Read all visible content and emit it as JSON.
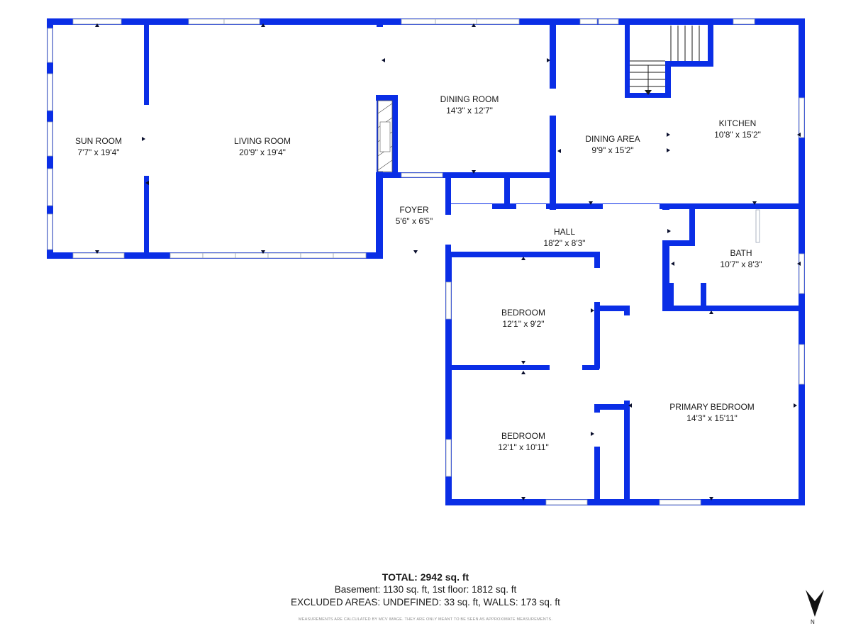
{
  "rooms": [
    {
      "name": "SUN ROOM",
      "dims": "7'7\" x 19'4\""
    },
    {
      "name": "LIVING ROOM",
      "dims": "20'9\" x 19'4\""
    },
    {
      "name": "DINING ROOM",
      "dims": "14'3\" x 12'7\""
    },
    {
      "name": "DINING AREA",
      "dims": "9'9\" x 15'2\""
    },
    {
      "name": "KITCHEN",
      "dims": "10'8\" x 15'2\""
    },
    {
      "name": "FOYER",
      "dims": "5'6\" x 6'5\""
    },
    {
      "name": "HALL",
      "dims": "18'2\" x 8'3\""
    },
    {
      "name": "BATH",
      "dims": "10'7\" x 8'3\""
    },
    {
      "name": "BEDROOM",
      "dims": "12'1\" x 9'2\""
    },
    {
      "name": "BEDROOM",
      "dims": "12'1\" x 10'11\""
    },
    {
      "name": "PRIMARY BEDROOM",
      "dims": "14'3\" x 15'11\""
    }
  ],
  "totals": {
    "total_label": "TOTAL:",
    "total_value": "2942 sq. ft",
    "floors": "Basement: 1130 sq. ft, 1st floor: 1812 sq. ft",
    "excluded": "EXCLUDED AREAS: UNDEFINED: 33 sq. ft, WALLS: 173 sq. ft",
    "disclaimer": "MEASUREMENTS ARE CALCULATED BY MCV IMAGE. THEY ARE ONLY MEANT TO BE SEEN AS APPROXIMATE MEASUREMENTS."
  },
  "compass": {
    "label": "N",
    "icon": "north-arrow-icon"
  },
  "colors": {
    "walls": "#0a2ee6",
    "background": "#ffffff"
  }
}
